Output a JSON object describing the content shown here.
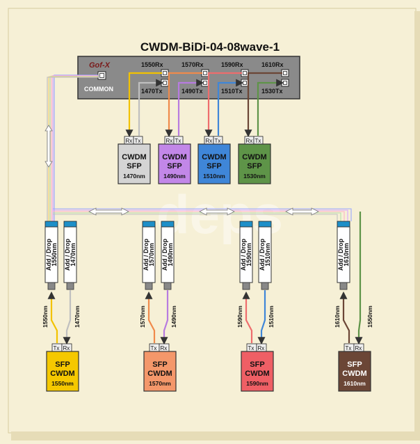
{
  "title": "CWDM-BiDi-04-08wave-1",
  "brand": "Gof-X",
  "watermark": "deps",
  "mux": {
    "common_label": "COMMON",
    "ports": [
      {
        "rx": "1550Rx",
        "tx": "1470Tx"
      },
      {
        "rx": "1570Rx",
        "tx": "1490Tx"
      },
      {
        "rx": "1590Rx",
        "tx": "1510Tx"
      },
      {
        "rx": "1610Rx",
        "tx": "1530Tx"
      }
    ]
  },
  "top_sfps": [
    {
      "l1": "CWDM",
      "l2": "SFP",
      "nm": "1470nm",
      "rx": "Rx",
      "tx": "Tx",
      "color": "#d4d4d4",
      "rx_color": "#f2c200",
      "tx_color": "#bfbfbf"
    },
    {
      "l1": "CWDM",
      "l2": "SFP",
      "nm": "1490nm",
      "rx": "Rx",
      "tx": "Tx",
      "color": "#c287e8",
      "rx_color": "#f08a4b",
      "tx_color": "#b77be0"
    },
    {
      "l1": "CWDM",
      "l2": "SFP",
      "nm": "1510nm",
      "rx": "Rx",
      "tx": "Tx",
      "color": "#3f86d8",
      "rx_color": "#ee6d6d",
      "tx_color": "#3f86d8"
    },
    {
      "l1": "CWDM",
      "l2": "SFP",
      "nm": "1530nm",
      "rx": "Rx",
      "tx": "Tx",
      "color": "#5e9448",
      "rx_color": "#6b4636",
      "tx_color": "#5e9448"
    }
  ],
  "add_drop": [
    {
      "l1": "Add / Drop",
      "l2": "1550nm"
    },
    {
      "l1": "Add / Drop",
      "l2": "1470nm"
    },
    {
      "l1": "Add / Drop",
      "l2": "1570nm"
    },
    {
      "l1": "Add / Drop",
      "l2": "1490nm"
    },
    {
      "l1": "Add / Drop",
      "l2": "1590nm"
    },
    {
      "l1": "Add / Drop",
      "l2": "1510nm"
    },
    {
      "l1": "Add / Drop",
      "l2": "1610nm"
    }
  ],
  "wavelength_labels": [
    "1550nm",
    "1470nm",
    "1570nm",
    "1490nm",
    "1590nm",
    "1510nm",
    "1610nm",
    "1550nm"
  ],
  "bottom_sfps": [
    {
      "l1": "SFP",
      "l2": "CWDM",
      "nm": "1550nm",
      "tx": "Tx",
      "rx": "Rx",
      "color": "#f5c800",
      "tx_color": "#f2c200",
      "rx_color": "#bfbfbf"
    },
    {
      "l1": "SFP",
      "l2": "CWDM",
      "nm": "1570nm",
      "tx": "Tx",
      "rx": "Rx",
      "color": "#f4976a",
      "tx_color": "#f08a4b",
      "rx_color": "#b77be0"
    },
    {
      "l1": "SFP",
      "l2": "CWDM",
      "nm": "1590nm",
      "tx": "Tx",
      "rx": "Rx",
      "color": "#ef5f65",
      "tx_color": "#ee6d6d",
      "rx_color": "#3f86d8"
    },
    {
      "l1": "SFP",
      "l2": "CWDM",
      "nm": "1610nm",
      "tx": "Tx",
      "rx": "Rx",
      "color": "#6b4636",
      "tx_color": "#6b4636",
      "rx_color": "#5e9448"
    }
  ]
}
